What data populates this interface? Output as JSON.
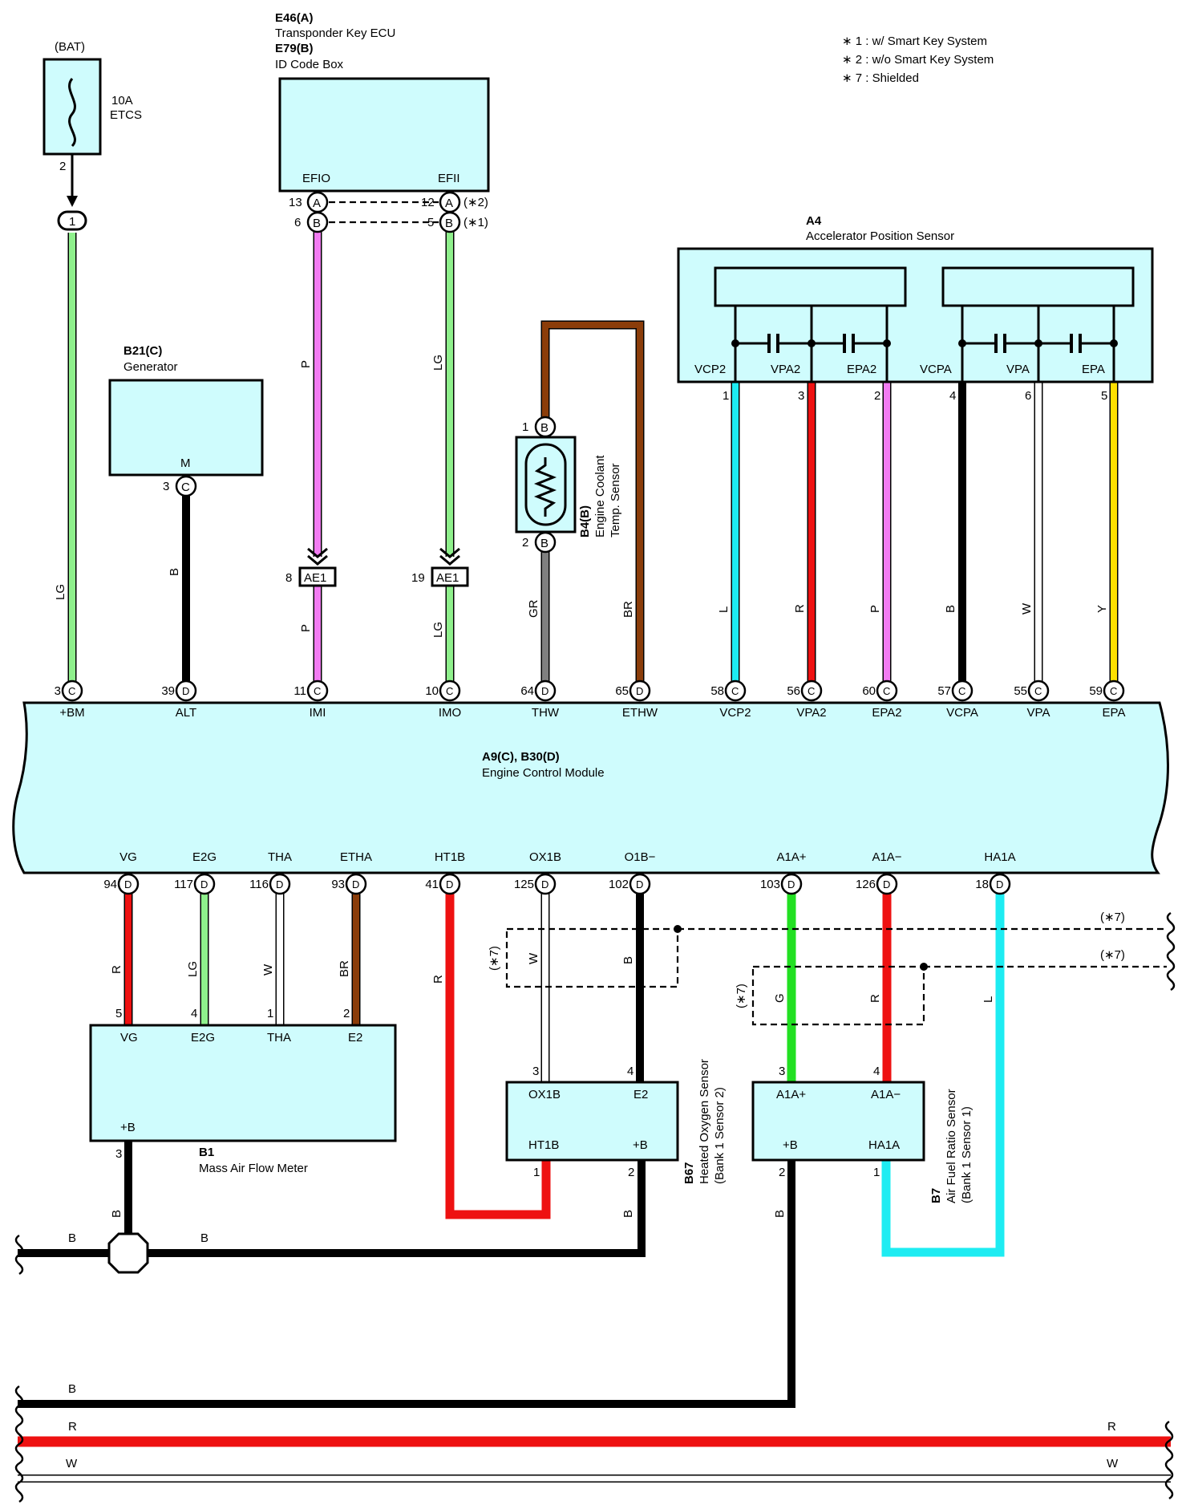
{
  "notes": [
    "∗ 1 : w/ Smart Key System",
    "∗ 2 : w/o Smart Key System",
    "∗ 7 : Shielded"
  ],
  "colors": {
    "LG": "#8ff08c",
    "B": "#000000",
    "P": "#f27cf2",
    "GR": "#808080",
    "BR": "#8b3d0a",
    "L": "#1eecf2",
    "R": "#ee1111",
    "W": "#ffffff",
    "Y": "#ffe000",
    "G": "#22e022",
    "box": "#cffcfd"
  },
  "bat": {
    "label": "(BAT)",
    "fuse_amp": "10A",
    "fuse_name": "ETCS",
    "pin": "2",
    "conn": "1"
  },
  "transponder": {
    "code1": "E46(A)",
    "name1": "Transponder Key ECU",
    "code2": "E79(B)",
    "name2": "ID Code Box",
    "term_left": "EFIO",
    "term_right": "EFII",
    "row_a": {
      "pin_left": "13",
      "pin_right": "12",
      "letter": "A",
      "note": "(∗2)"
    },
    "row_b": {
      "pin_left": "6",
      "pin_right": "5",
      "letter": "B",
      "note": "(∗1)"
    }
  },
  "generator": {
    "code": "B21(C)",
    "name": "Generator",
    "term": "M",
    "pin": "3",
    "letter": "C"
  },
  "junction": {
    "name": "AE1",
    "pin_imi": "8",
    "pin_imo": "19"
  },
  "coolant": {
    "code": "B4(B)",
    "name1": "Engine Coolant",
    "name2": "Temp. Sensor",
    "pin1": "1",
    "pin2": "2",
    "letter": "B"
  },
  "accel": {
    "code": "A4",
    "name": "Accelerator Position Sensor",
    "terms": [
      "VCP2",
      "VPA2",
      "EPA2",
      "VCPA",
      "VPA",
      "EPA"
    ],
    "pins": [
      "1",
      "3",
      "2",
      "4",
      "6",
      "5"
    ]
  },
  "ecm": {
    "code": "A9(C), B30(D)",
    "name": "Engine Control Module",
    "top": [
      {
        "term": "+BM",
        "pin": "3",
        "letter": "C",
        "color": "LG"
      },
      {
        "term": "ALT",
        "pin": "39",
        "letter": "D",
        "color": "B"
      },
      {
        "term": "IMI",
        "pin": "11",
        "letter": "C",
        "color": "P"
      },
      {
        "term": "IMO",
        "pin": "10",
        "letter": "C",
        "color": "LG"
      },
      {
        "term": "THW",
        "pin": "64",
        "letter": "D",
        "color": "GR"
      },
      {
        "term": "ETHW",
        "pin": "65",
        "letter": "D",
        "color": "BR"
      },
      {
        "term": "VCP2",
        "pin": "58",
        "letter": "C",
        "color": "L"
      },
      {
        "term": "VPA2",
        "pin": "56",
        "letter": "C",
        "color": "R"
      },
      {
        "term": "EPA2",
        "pin": "60",
        "letter": "C",
        "color": "P"
      },
      {
        "term": "VCPA",
        "pin": "57",
        "letter": "C",
        "color": "B"
      },
      {
        "term": "VPA",
        "pin": "55",
        "letter": "C",
        "color": "W"
      },
      {
        "term": "EPA",
        "pin": "59",
        "letter": "C",
        "color": "Y"
      }
    ],
    "bottom": [
      {
        "term": "VG",
        "pin": "94",
        "letter": "D",
        "color": "R"
      },
      {
        "term": "E2G",
        "pin": "117",
        "letter": "D",
        "color": "LG"
      },
      {
        "term": "THA",
        "pin": "116",
        "letter": "D",
        "color": "W"
      },
      {
        "term": "ETHA",
        "pin": "93",
        "letter": "D",
        "color": "BR"
      },
      {
        "term": "HT1B",
        "pin": "41",
        "letter": "D",
        "color": "R"
      },
      {
        "term": "OX1B",
        "pin": "125",
        "letter": "D",
        "color": "W"
      },
      {
        "term": "O1B−",
        "pin": "102",
        "letter": "D",
        "color": "B"
      },
      {
        "term": "A1A+",
        "pin": "103",
        "letter": "D",
        "color": "G"
      },
      {
        "term": "A1A−",
        "pin": "126",
        "letter": "D",
        "color": "R"
      },
      {
        "term": "HA1A",
        "pin": "18",
        "letter": "D",
        "color": "L"
      }
    ]
  },
  "maf": {
    "code": "B1",
    "name": "Mass Air Flow Meter",
    "terms": [
      "VG",
      "E2G",
      "THA",
      "E2"
    ],
    "pins": [
      "5",
      "4",
      "1",
      "2"
    ],
    "plus_b": "+B",
    "plus_b_pin": "3"
  },
  "o2": {
    "code": "B67",
    "name1": "Heated Oxygen Sensor",
    "name2": "(Bank 1 Sensor 2)",
    "term_ox": "OX1B",
    "term_e2": "E2",
    "term_ht": "HT1B",
    "term_b": "+B",
    "pin_ox": "3",
    "pin_e2": "4",
    "pin_ht": "1",
    "pin_b": "2"
  },
  "af": {
    "code": "B7",
    "name1": "Air Fuel Ratio Sensor",
    "name2": "(Bank 1 Sensor 1)",
    "term_p": "A1A+",
    "term_m": "A1A−",
    "term_b": "+B",
    "term_h": "HA1A",
    "pin_p": "3",
    "pin_m": "4",
    "pin_b": "2",
    "pin_h": "1"
  },
  "shield_label": "(∗7)",
  "wire_labels": {
    "LG": "LG",
    "B": "B",
    "P": "P",
    "GR": "GR",
    "BR": "BR",
    "L": "L",
    "R": "R",
    "W": "W",
    "Y": "Y",
    "G": "G"
  }
}
